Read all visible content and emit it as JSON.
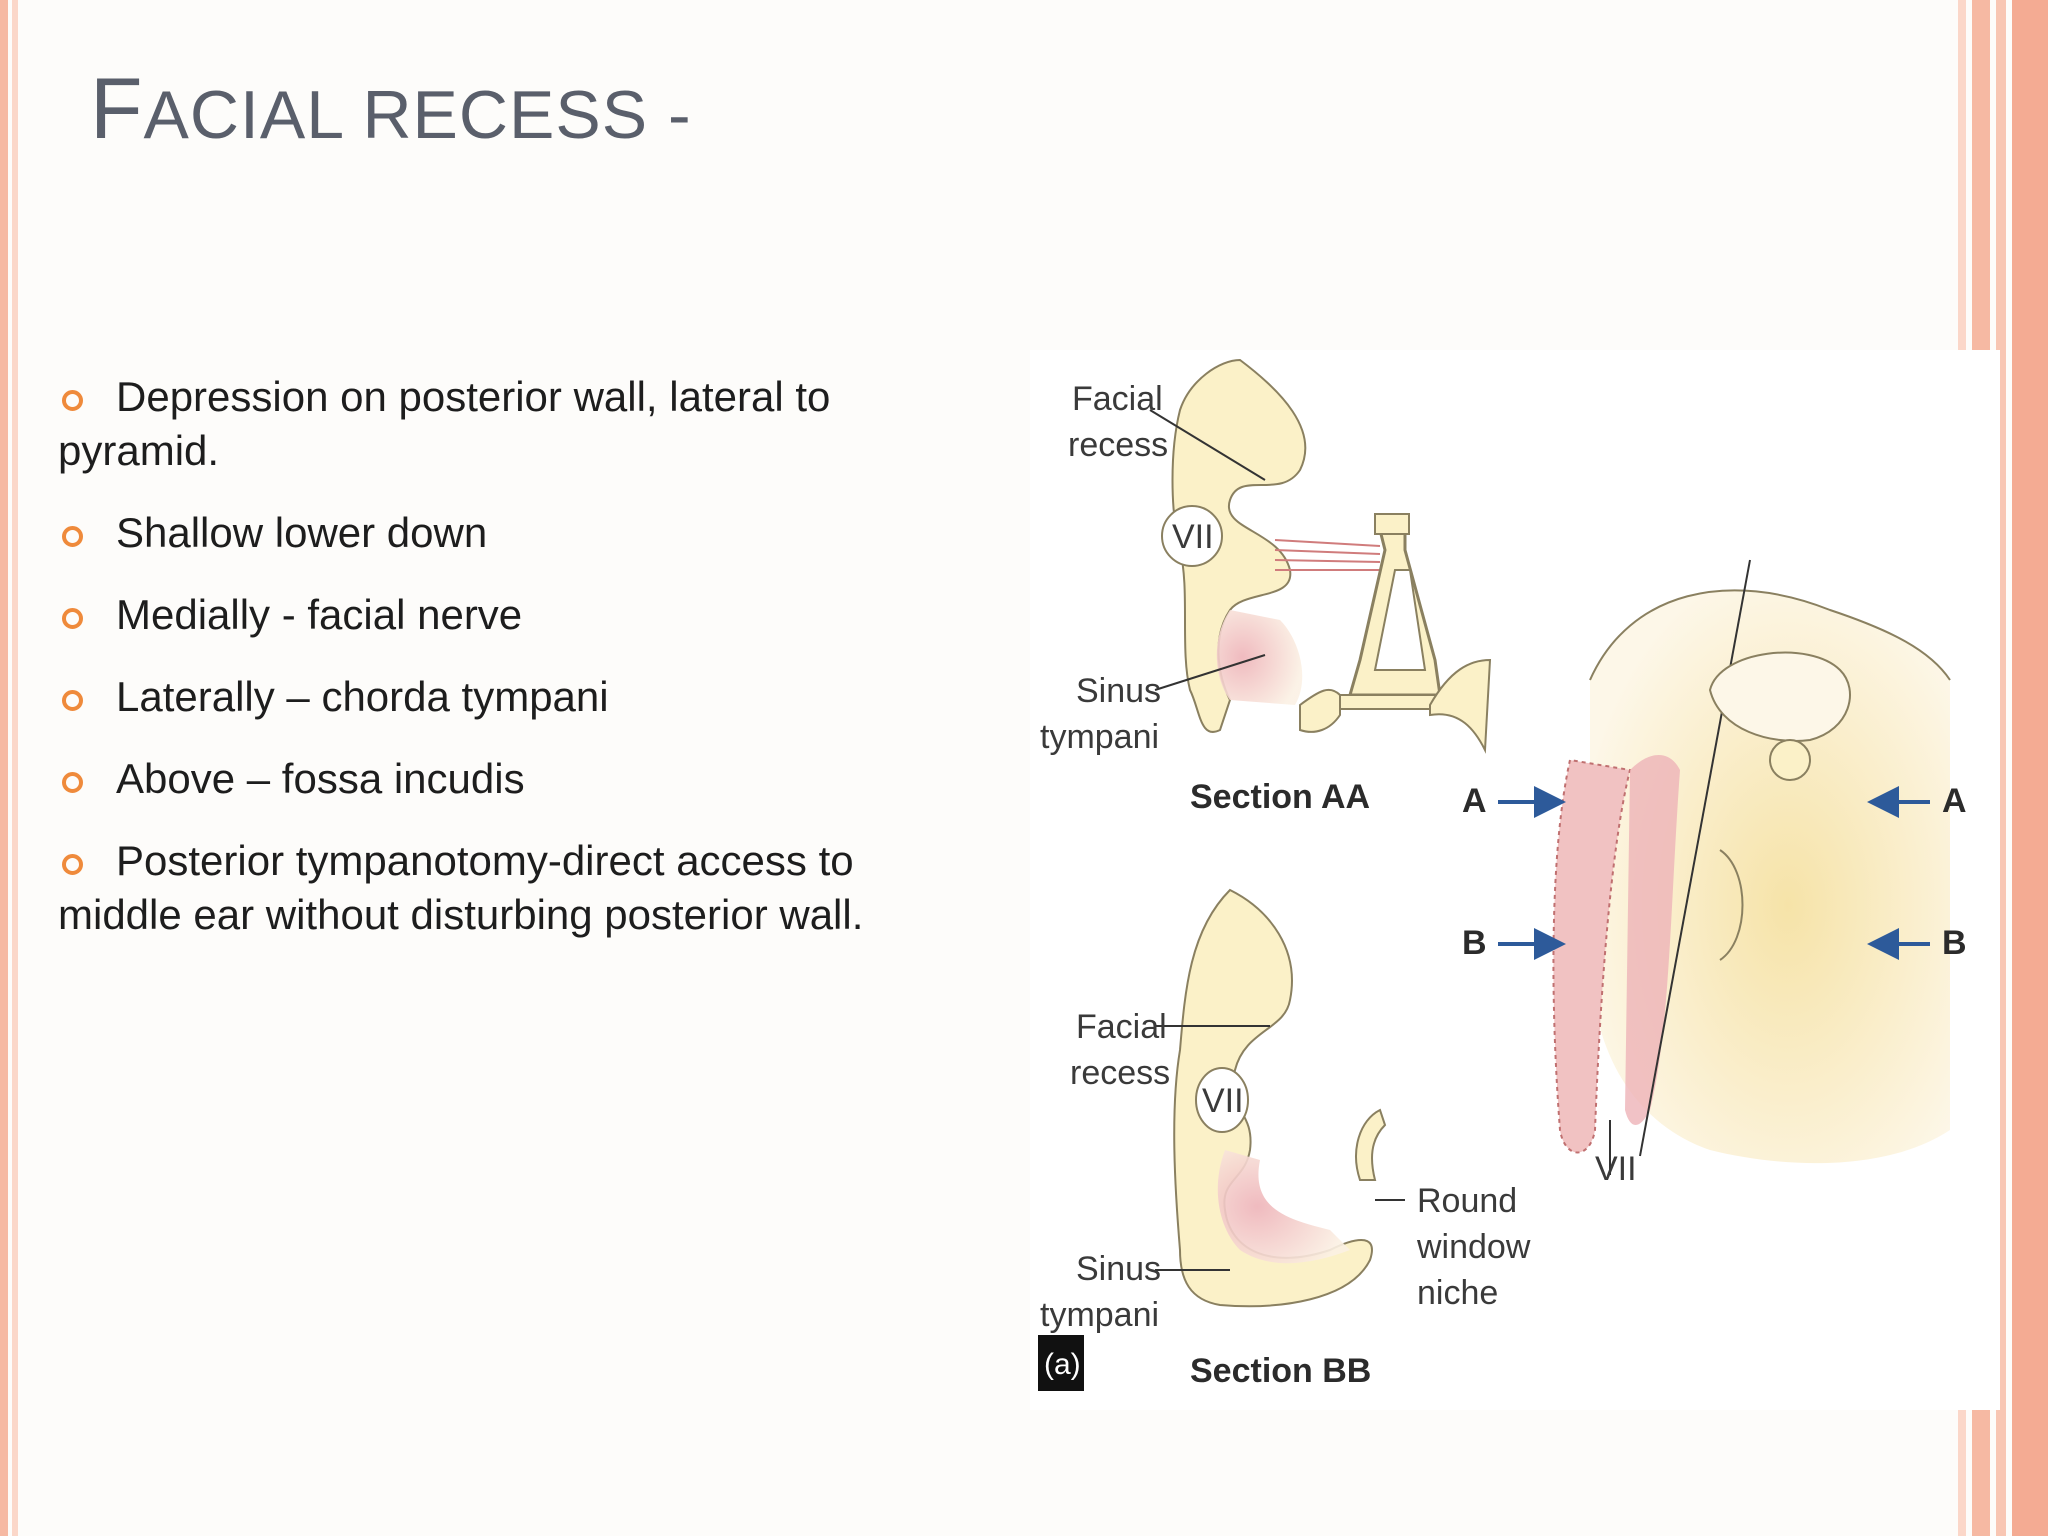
{
  "title": {
    "first": "F",
    "rest": "ACIAL RECESS -"
  },
  "bullets": [
    {
      "text": "Depression on posterior wall, lateral to pyramid."
    },
    {
      "text": "Shallow lower down"
    },
    {
      "text": "Medially - facial nerve"
    },
    {
      "text": "Laterally – chorda tympani"
    },
    {
      "text": "Above – fossa incudis"
    },
    {
      "text": "Posterior tympanotomy-direct access to middle ear without disturbing posterior wall."
    }
  ],
  "figure": {
    "section_aa": {
      "facial_recess_1": "Facial",
      "facial_recess_2": "recess",
      "nerve": "VII",
      "sinus_1": "Sinus",
      "sinus_2": "tympani",
      "caption": "Section AA"
    },
    "section_bb": {
      "facial_recess_1": "Facial",
      "facial_recess_2": "recess",
      "nerve": "VII",
      "sinus_1": "Sinus",
      "sinus_2": "tympani",
      "round_1": "Round",
      "round_2": "window",
      "round_3": "niche",
      "caption": "Section BB",
      "panel": "(a)"
    },
    "overview": {
      "arrow_a_left": "A",
      "arrow_a_right": "A",
      "arrow_b_left": "B",
      "arrow_b_right": "B",
      "nerve": "VII"
    }
  },
  "colors": {
    "accent_bullet": "#ef8a3b",
    "stripe": "#f6b9a3",
    "bone": "#fbf1c8",
    "recess_pink": "#f1c2c2",
    "arrow_blue": "#2d5a9a"
  }
}
